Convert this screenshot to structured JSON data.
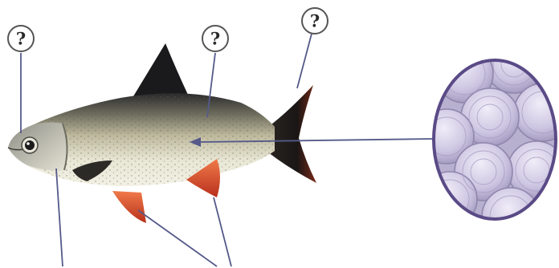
{
  "labels": [
    {
      "id": "mouth",
      "text": "?"
    },
    {
      "id": "lateral-line",
      "text": "?"
    },
    {
      "id": "tail",
      "text": "?"
    }
  ],
  "colors": {
    "line": "#555a8a",
    "body": "#b8b49a",
    "back": "#1d1d1f",
    "belly": "#eeecdc",
    "red_fin": "#d8442b",
    "scale_fill": "#d6d0e8",
    "scale_edge": "#8f86ac",
    "circle_border": "#5a4a86"
  }
}
